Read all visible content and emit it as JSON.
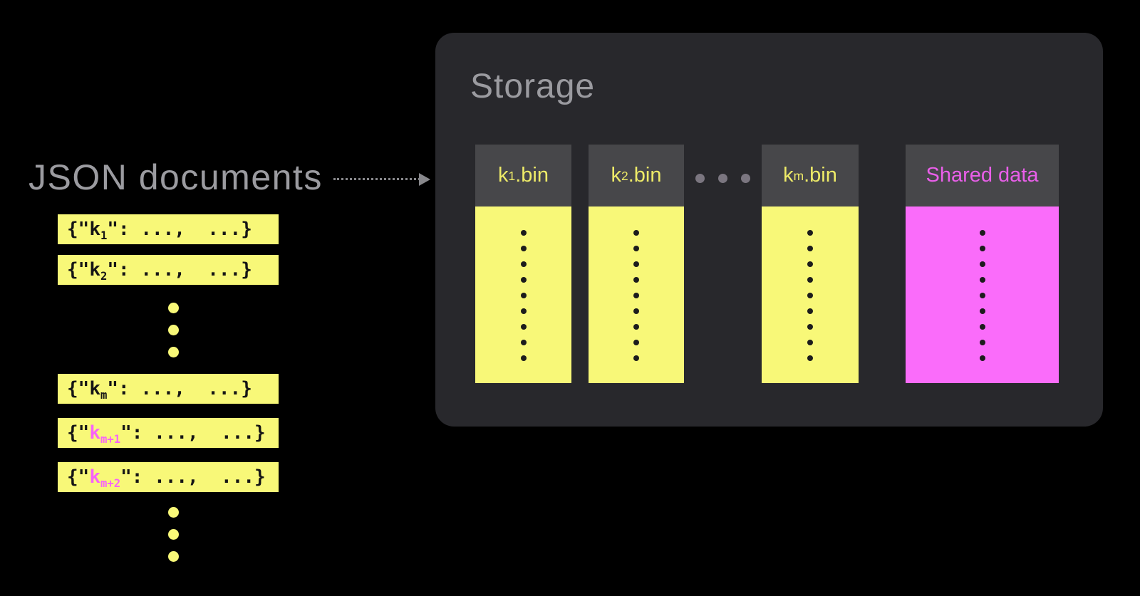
{
  "left": {
    "title": "JSON documents",
    "documents": [
      {
        "prefix": "{\"",
        "key": "k",
        "sub": "1",
        "suffix": "\": ...,  ...}",
        "highlighted": false
      },
      {
        "prefix": "{\"",
        "key": "k",
        "sub": "2",
        "suffix": "\": ...,  ...}",
        "highlighted": false
      },
      {
        "prefix": "{\"",
        "key": "k",
        "sub": "m",
        "suffix": "\": ...,  ...}",
        "highlighted": false
      },
      {
        "prefix": "{\"",
        "key": "k",
        "sub": "m+1",
        "suffix": "\": ...,  ...}",
        "highlighted": true
      },
      {
        "prefix": "{\"",
        "key": "k",
        "sub": "m+2",
        "suffix": "\": ...,  ...}",
        "highlighted": true
      }
    ],
    "ellipsis_dots": 3
  },
  "arrow": {
    "direction": "right",
    "style": "dotted"
  },
  "storage": {
    "title": "Storage",
    "bins": [
      {
        "key": "k",
        "sub": "1",
        "ext": ".bin",
        "dots": 9
      },
      {
        "key": "k",
        "sub": "2",
        "ext": ".bin",
        "dots": 9
      },
      {
        "key": "k",
        "sub": "m",
        "ext": ".bin",
        "dots": 9
      }
    ],
    "separator_dots": 3,
    "shared": {
      "label": "Shared data",
      "dots": 9
    }
  },
  "colors": {
    "yellow": "#f8f878",
    "magenta": "#fa6cfa",
    "pink_text": "#f863f8",
    "gray_text": "#9b9ba0",
    "box_bg": "#28282c",
    "header_bg": "#47474a",
    "header_yellow": "#eeeb68",
    "header_magenta": "#ea5fea",
    "black_dot": "#1c1c1c",
    "arrow": "#88888c",
    "sep_dot": "#7b7680"
  }
}
